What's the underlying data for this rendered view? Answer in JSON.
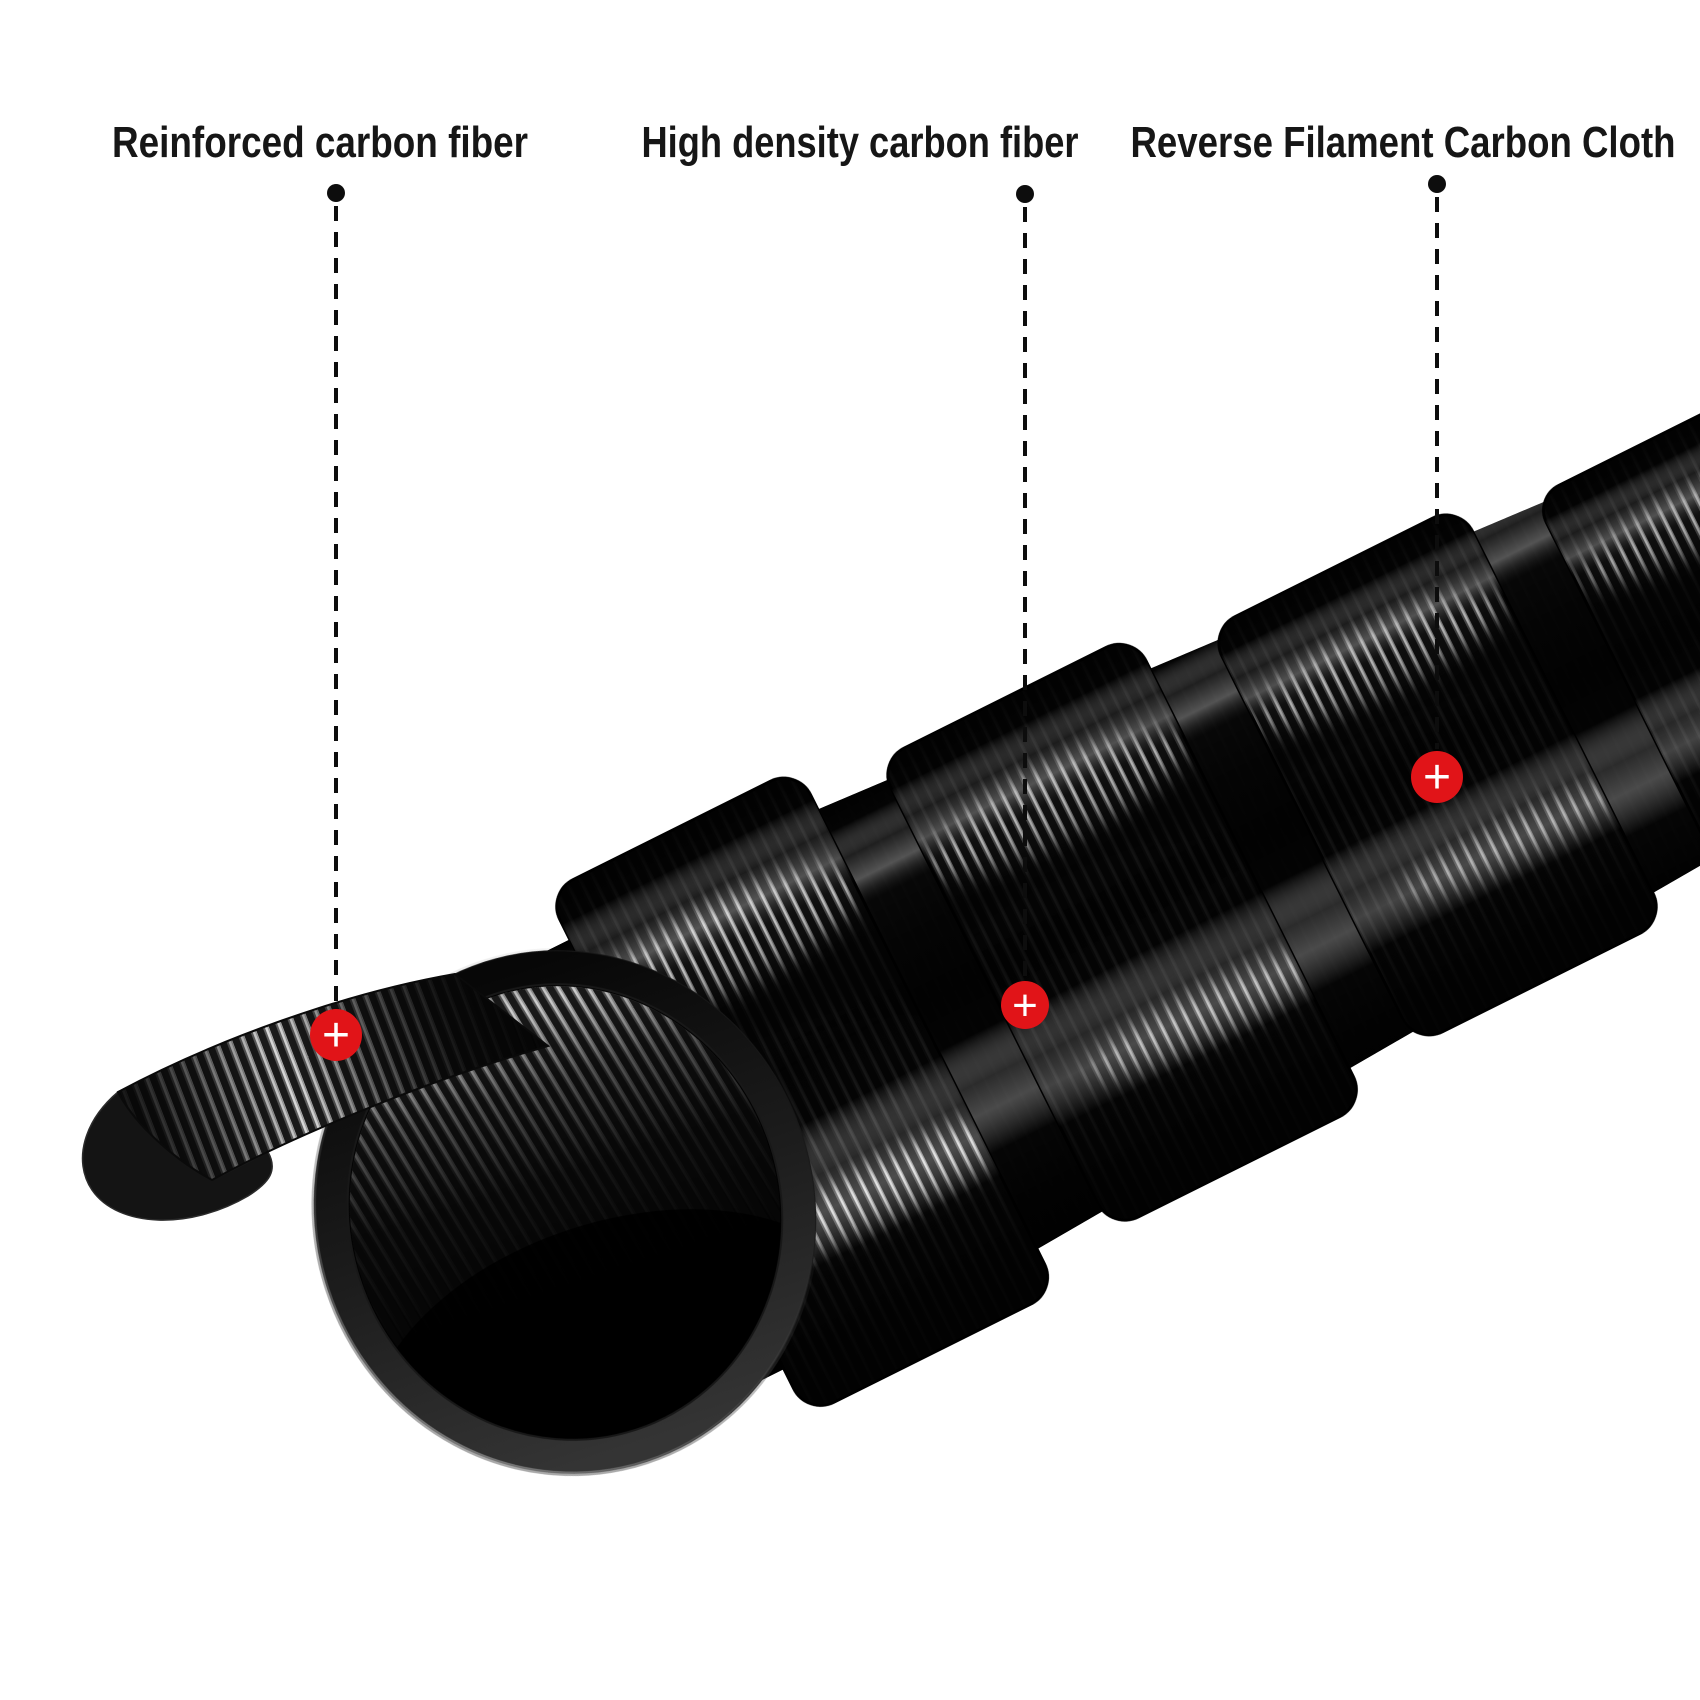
{
  "image": {
    "background_color": "#ffffff",
    "marker_color": "#e11418",
    "label_color": "#161616",
    "leader_line_color": "#0d0d0d",
    "annotations": [
      {
        "label": "Reinforced carbon fiber",
        "marker_symbol": "+"
      },
      {
        "label": "High density carbon fiber",
        "marker_symbol": "+"
      },
      {
        "label": "Reverse Filament Carbon Cloth",
        "marker_symbol": "+"
      }
    ]
  }
}
